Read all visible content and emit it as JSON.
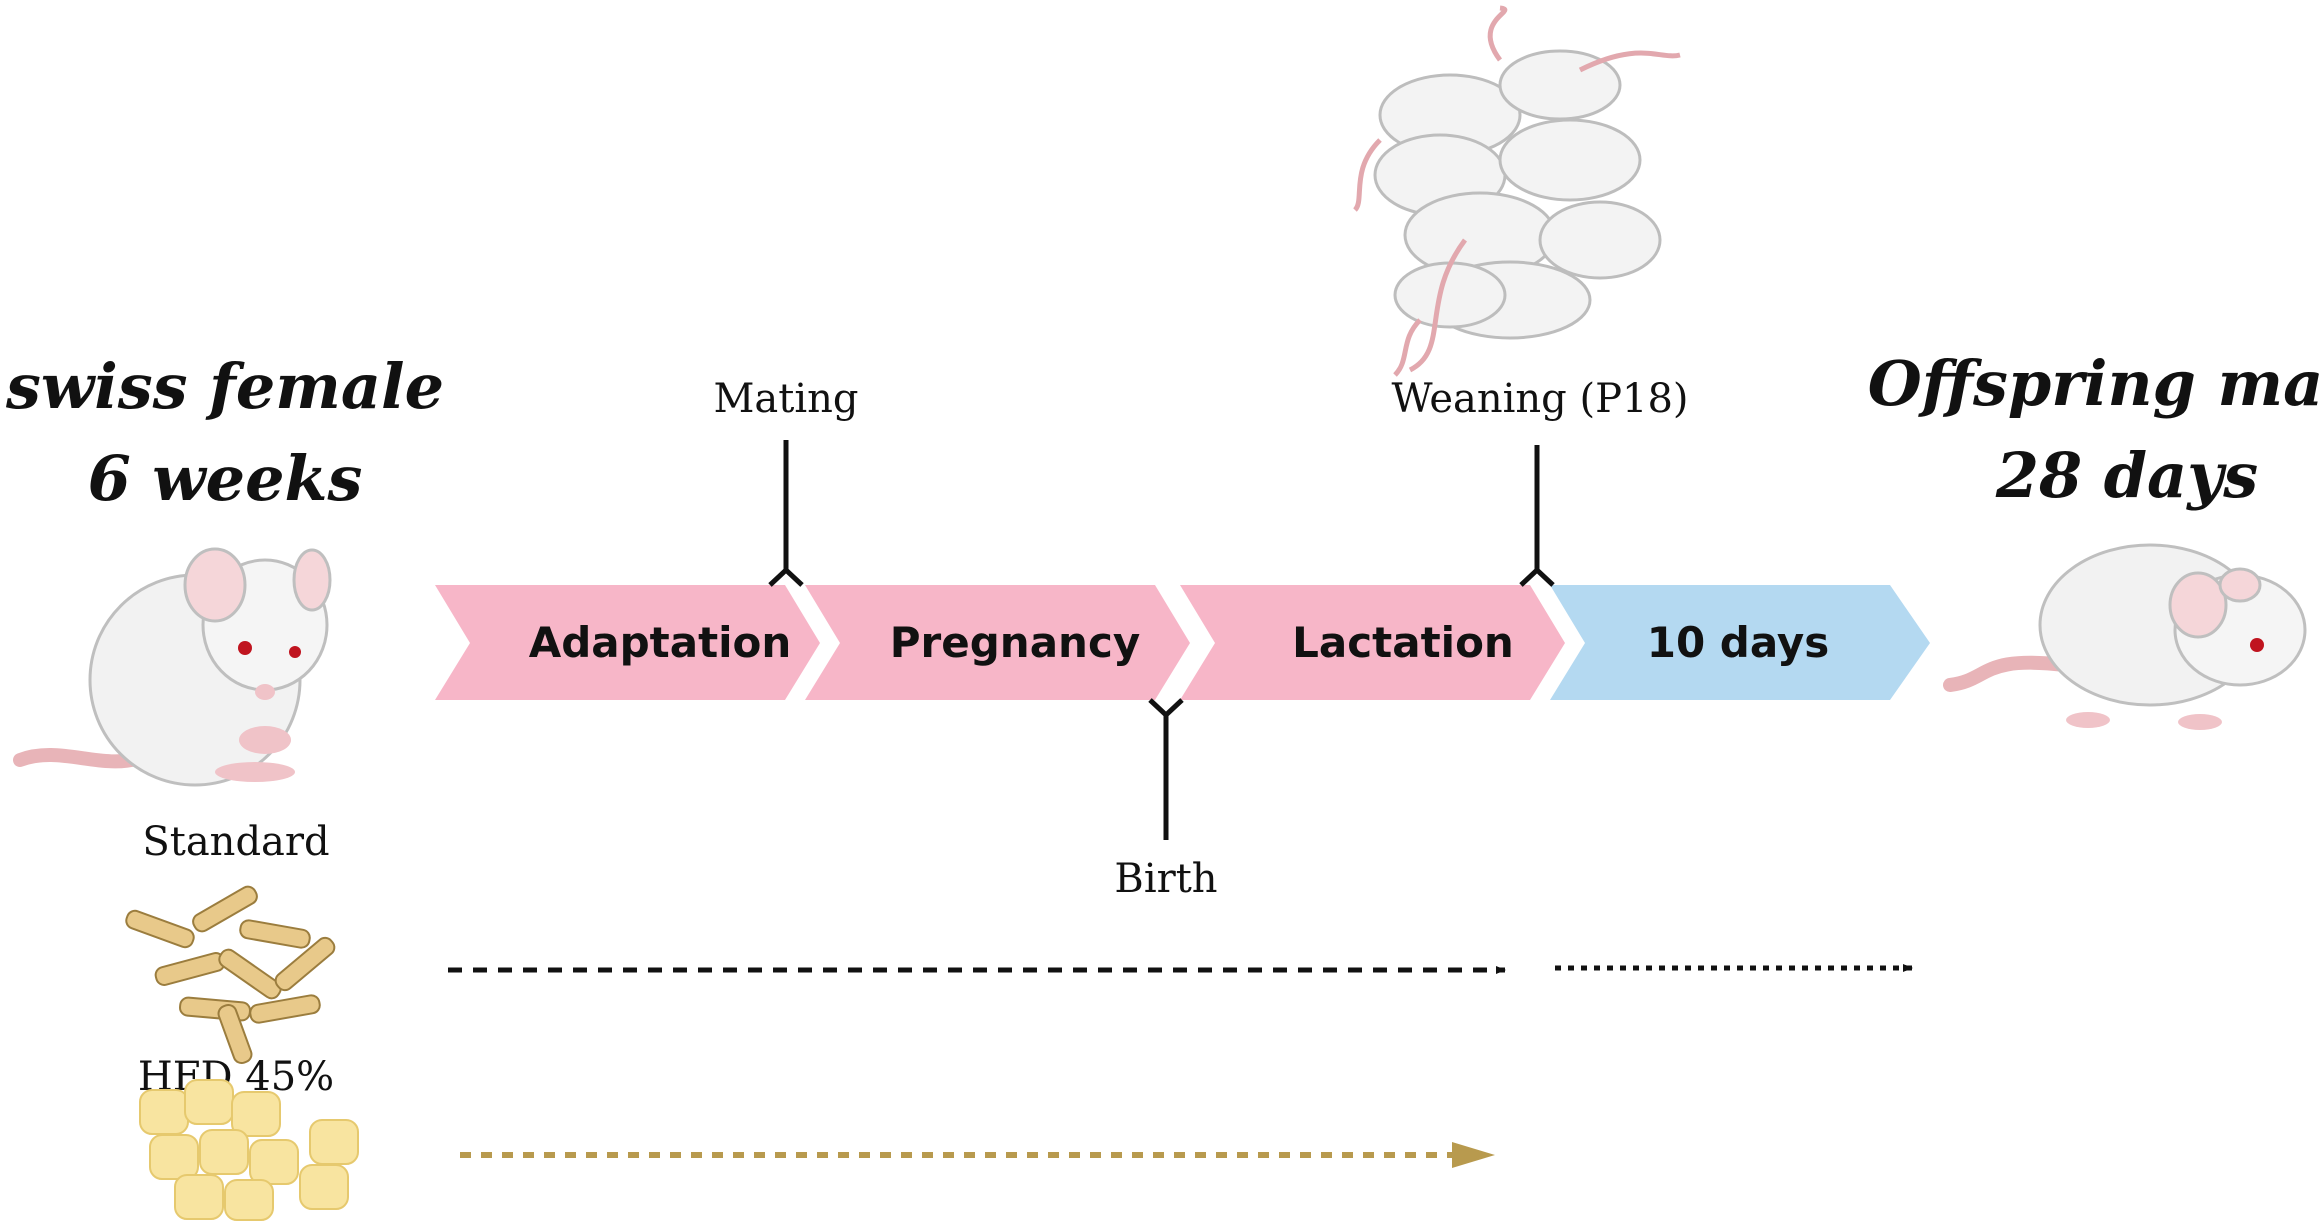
{
  "left_title": {
    "line1": "swiss female",
    "line2": "6 weeks"
  },
  "right_title": {
    "line1": "Offspring male",
    "line2": "28 days"
  },
  "phases": [
    {
      "label": "Adaptation",
      "color": "#f7b6c8"
    },
    {
      "label": "Pregnancy",
      "color": "#f7b6c8"
    },
    {
      "label": "Lactation",
      "color": "#f7b6c8"
    },
    {
      "label": "10 days",
      "color": "#b4d9f1"
    }
  ],
  "events": {
    "mating": "Mating",
    "birth": "Birth",
    "weaning": "Weaning (P18)"
  },
  "diets": {
    "standard": {
      "label": "Standard",
      "color": "#111111",
      "pellet_color": "#e8c98a"
    },
    "hfd": {
      "label": "HFD 45%",
      "color": "#b89a4e",
      "pellet_color": "#f8e4a0"
    }
  },
  "icons": [
    "female-mouse-icon",
    "pups-icon",
    "offspring-mouse-icon",
    "standard-chow-icon",
    "hfd-chow-icon"
  ]
}
